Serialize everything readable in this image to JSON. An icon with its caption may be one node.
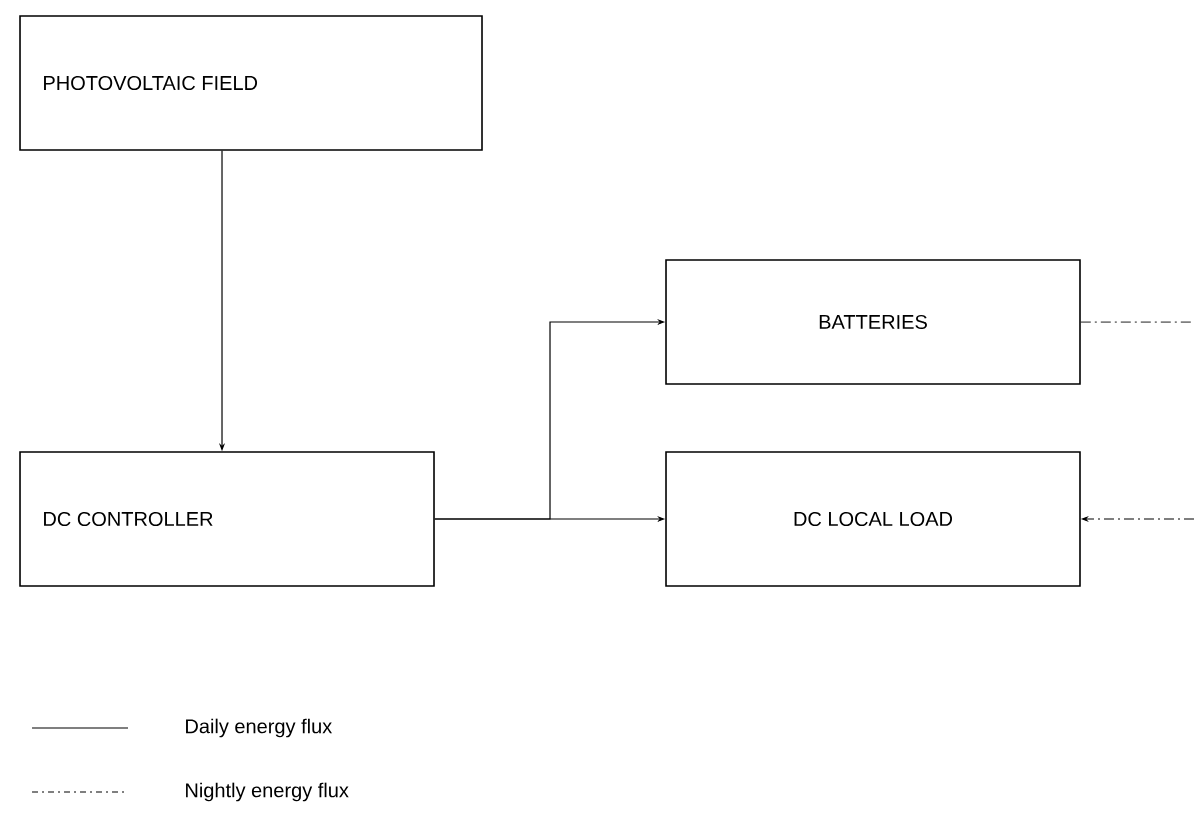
{
  "diagram": {
    "nodes": [
      {
        "text": [
          "PHOTOVOLTAIC FIELD"
        ]
      },
      {
        "text": [
          "DC CONTROLLER"
        ]
      },
      {
        "text": [
          "BATTERIES"
        ]
      },
      {
        "text": [
          "DC LOCAL LOAD"
        ]
      }
    ],
    "edges": [
      {
        "from": 0,
        "to": 1,
        "arrow": "to"
      },
      {
        "from": 1,
        "to": 2,
        "arrow": "to"
      },
      {
        "from": 1,
        "to": 3,
        "arrow": "to"
      },
      {
        "from": 2,
        "to": null,
        "arrow": "none",
        "style": "dashed"
      },
      {
        "from": null,
        "to": 3,
        "arrow": "to",
        "style": "dashed"
      }
    ],
    "legend": [
      {
        "text": "Daily energy flux"
      },
      {
        "text": "Nightly  energy flux"
      }
    ]
  }
}
